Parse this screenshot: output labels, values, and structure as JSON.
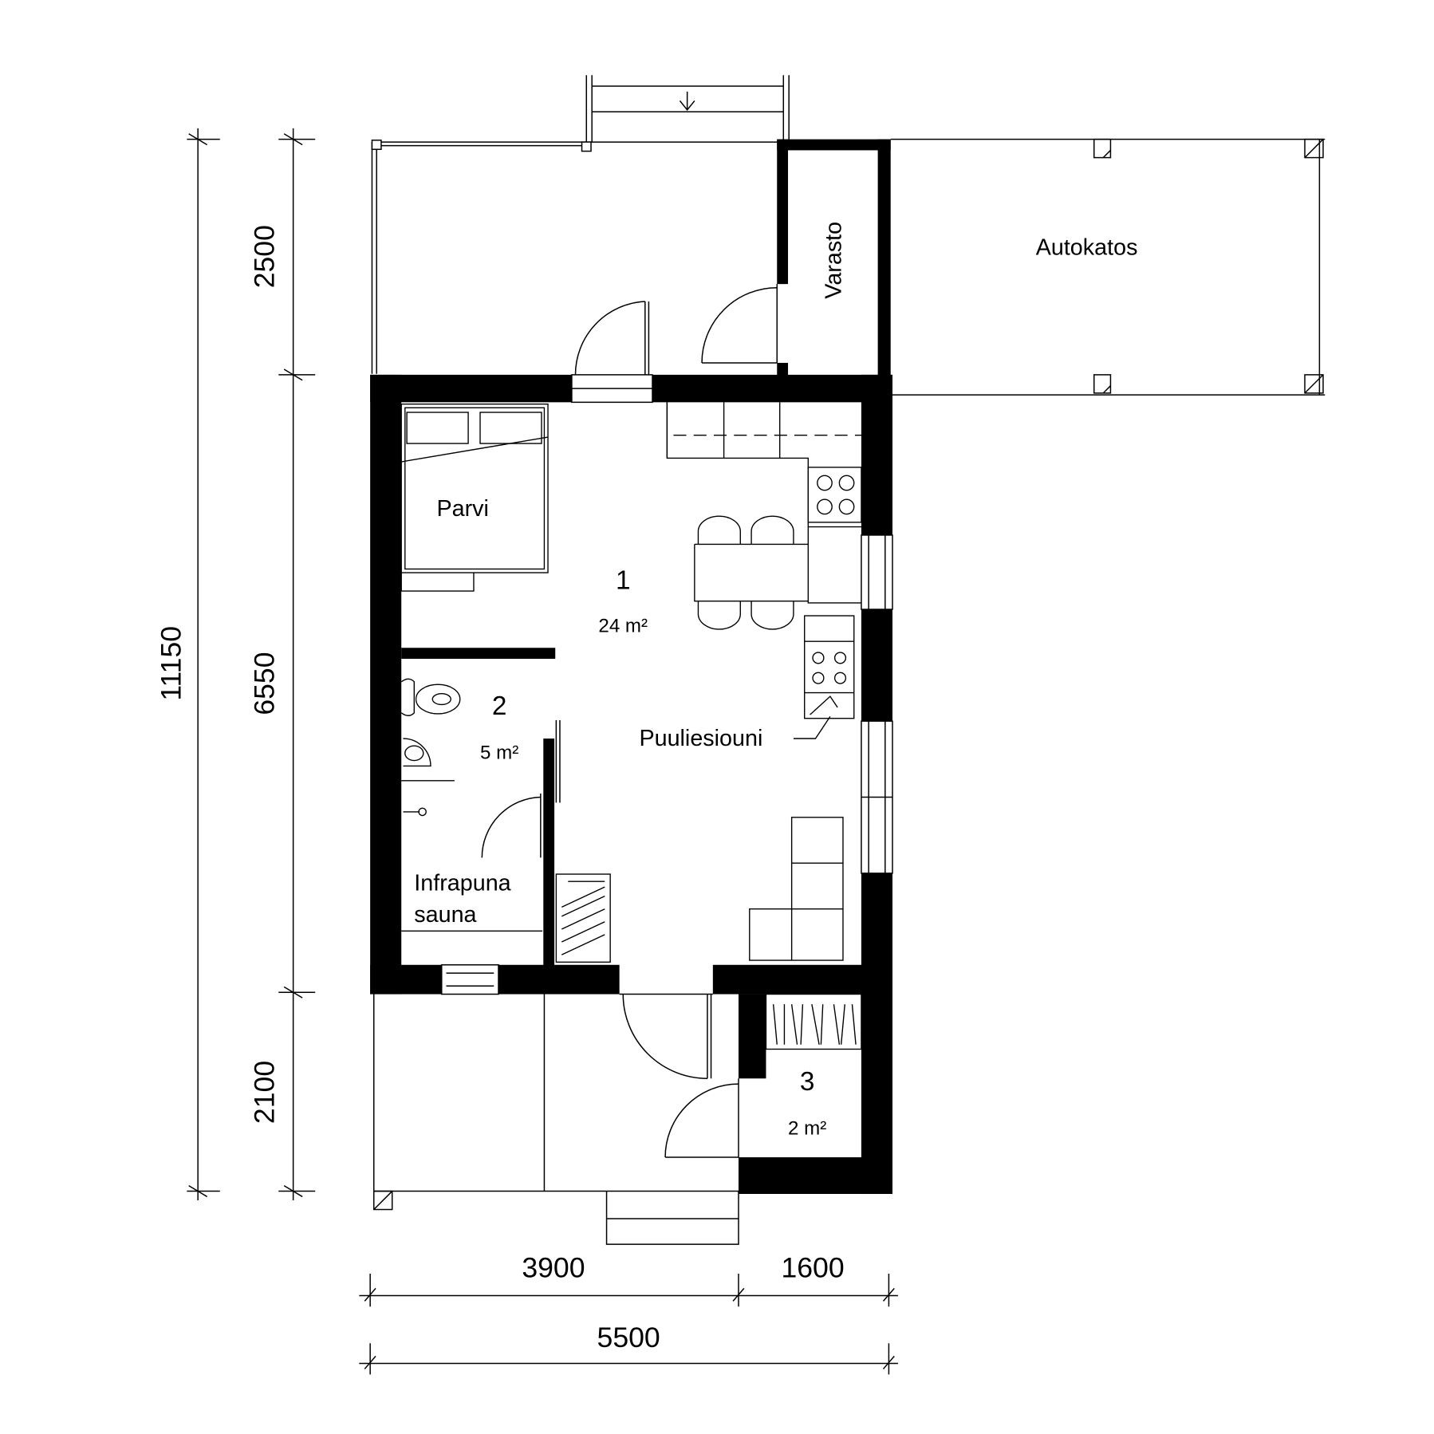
{
  "rooms": {
    "autokatos": "Autokatos",
    "varasto": "Varasto",
    "parvi": "Parvi",
    "main_number": "1",
    "main_area": "24 m²",
    "wc_number": "2",
    "wc_area": "5 m²",
    "stove": "Puuliesiouni",
    "sauna_line1": "Infrapuna",
    "sauna_line2": "sauna",
    "storage_number": "3",
    "storage_area": "2 m²"
  },
  "dimensions": {
    "left_total": "11150",
    "left_top": "2500",
    "left_middle": "6550",
    "left_bottom": "2100",
    "bottom_left": "3900",
    "bottom_right": "1600",
    "bottom_total": "5500"
  },
  "colors": {
    "wall": "#000000",
    "line": "#000000",
    "background": "#ffffff"
  }
}
